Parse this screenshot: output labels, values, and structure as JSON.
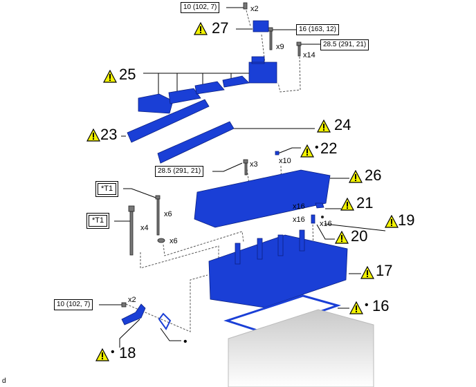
{
  "torque_specs": {
    "top_bolt": "10 (102, 7)",
    "cam_housing_bolt": "16 (163, 12)",
    "cam_cap_bolt": "28.5 (291, 21)",
    "cover_bolt": "28.5 (291, 21)",
    "water_outlet_bolt": "10 (102, 7)"
  },
  "tool_refs": [
    "*T1",
    "*T1"
  ],
  "quantities": {
    "top_bolt": "x2",
    "cam_housing_bolt": "x9",
    "cam_cap_bolt": "x14",
    "cover_bolt": "x3",
    "plug": "x10",
    "washer_bolt": "x6",
    "washer": "x6",
    "head_bolt": "x4",
    "part21": "x16",
    "part20": "x16",
    "part19": "x16",
    "water_outlet_bolt": "x2"
  },
  "callouts": {
    "c27": "27",
    "c25": "25",
    "c23": "23",
    "c24": "24",
    "c22": "22",
    "c26": "26",
    "c21": "21",
    "c19": "19",
    "c20": "20",
    "c17": "17",
    "c16": "16",
    "c18": "18"
  },
  "bullet": "•",
  "footer_code": "d",
  "colors": {
    "part_blue": "#1a3fd6",
    "warning_yellow": "#f2f200",
    "block_gray": "#c8c8c8"
  }
}
